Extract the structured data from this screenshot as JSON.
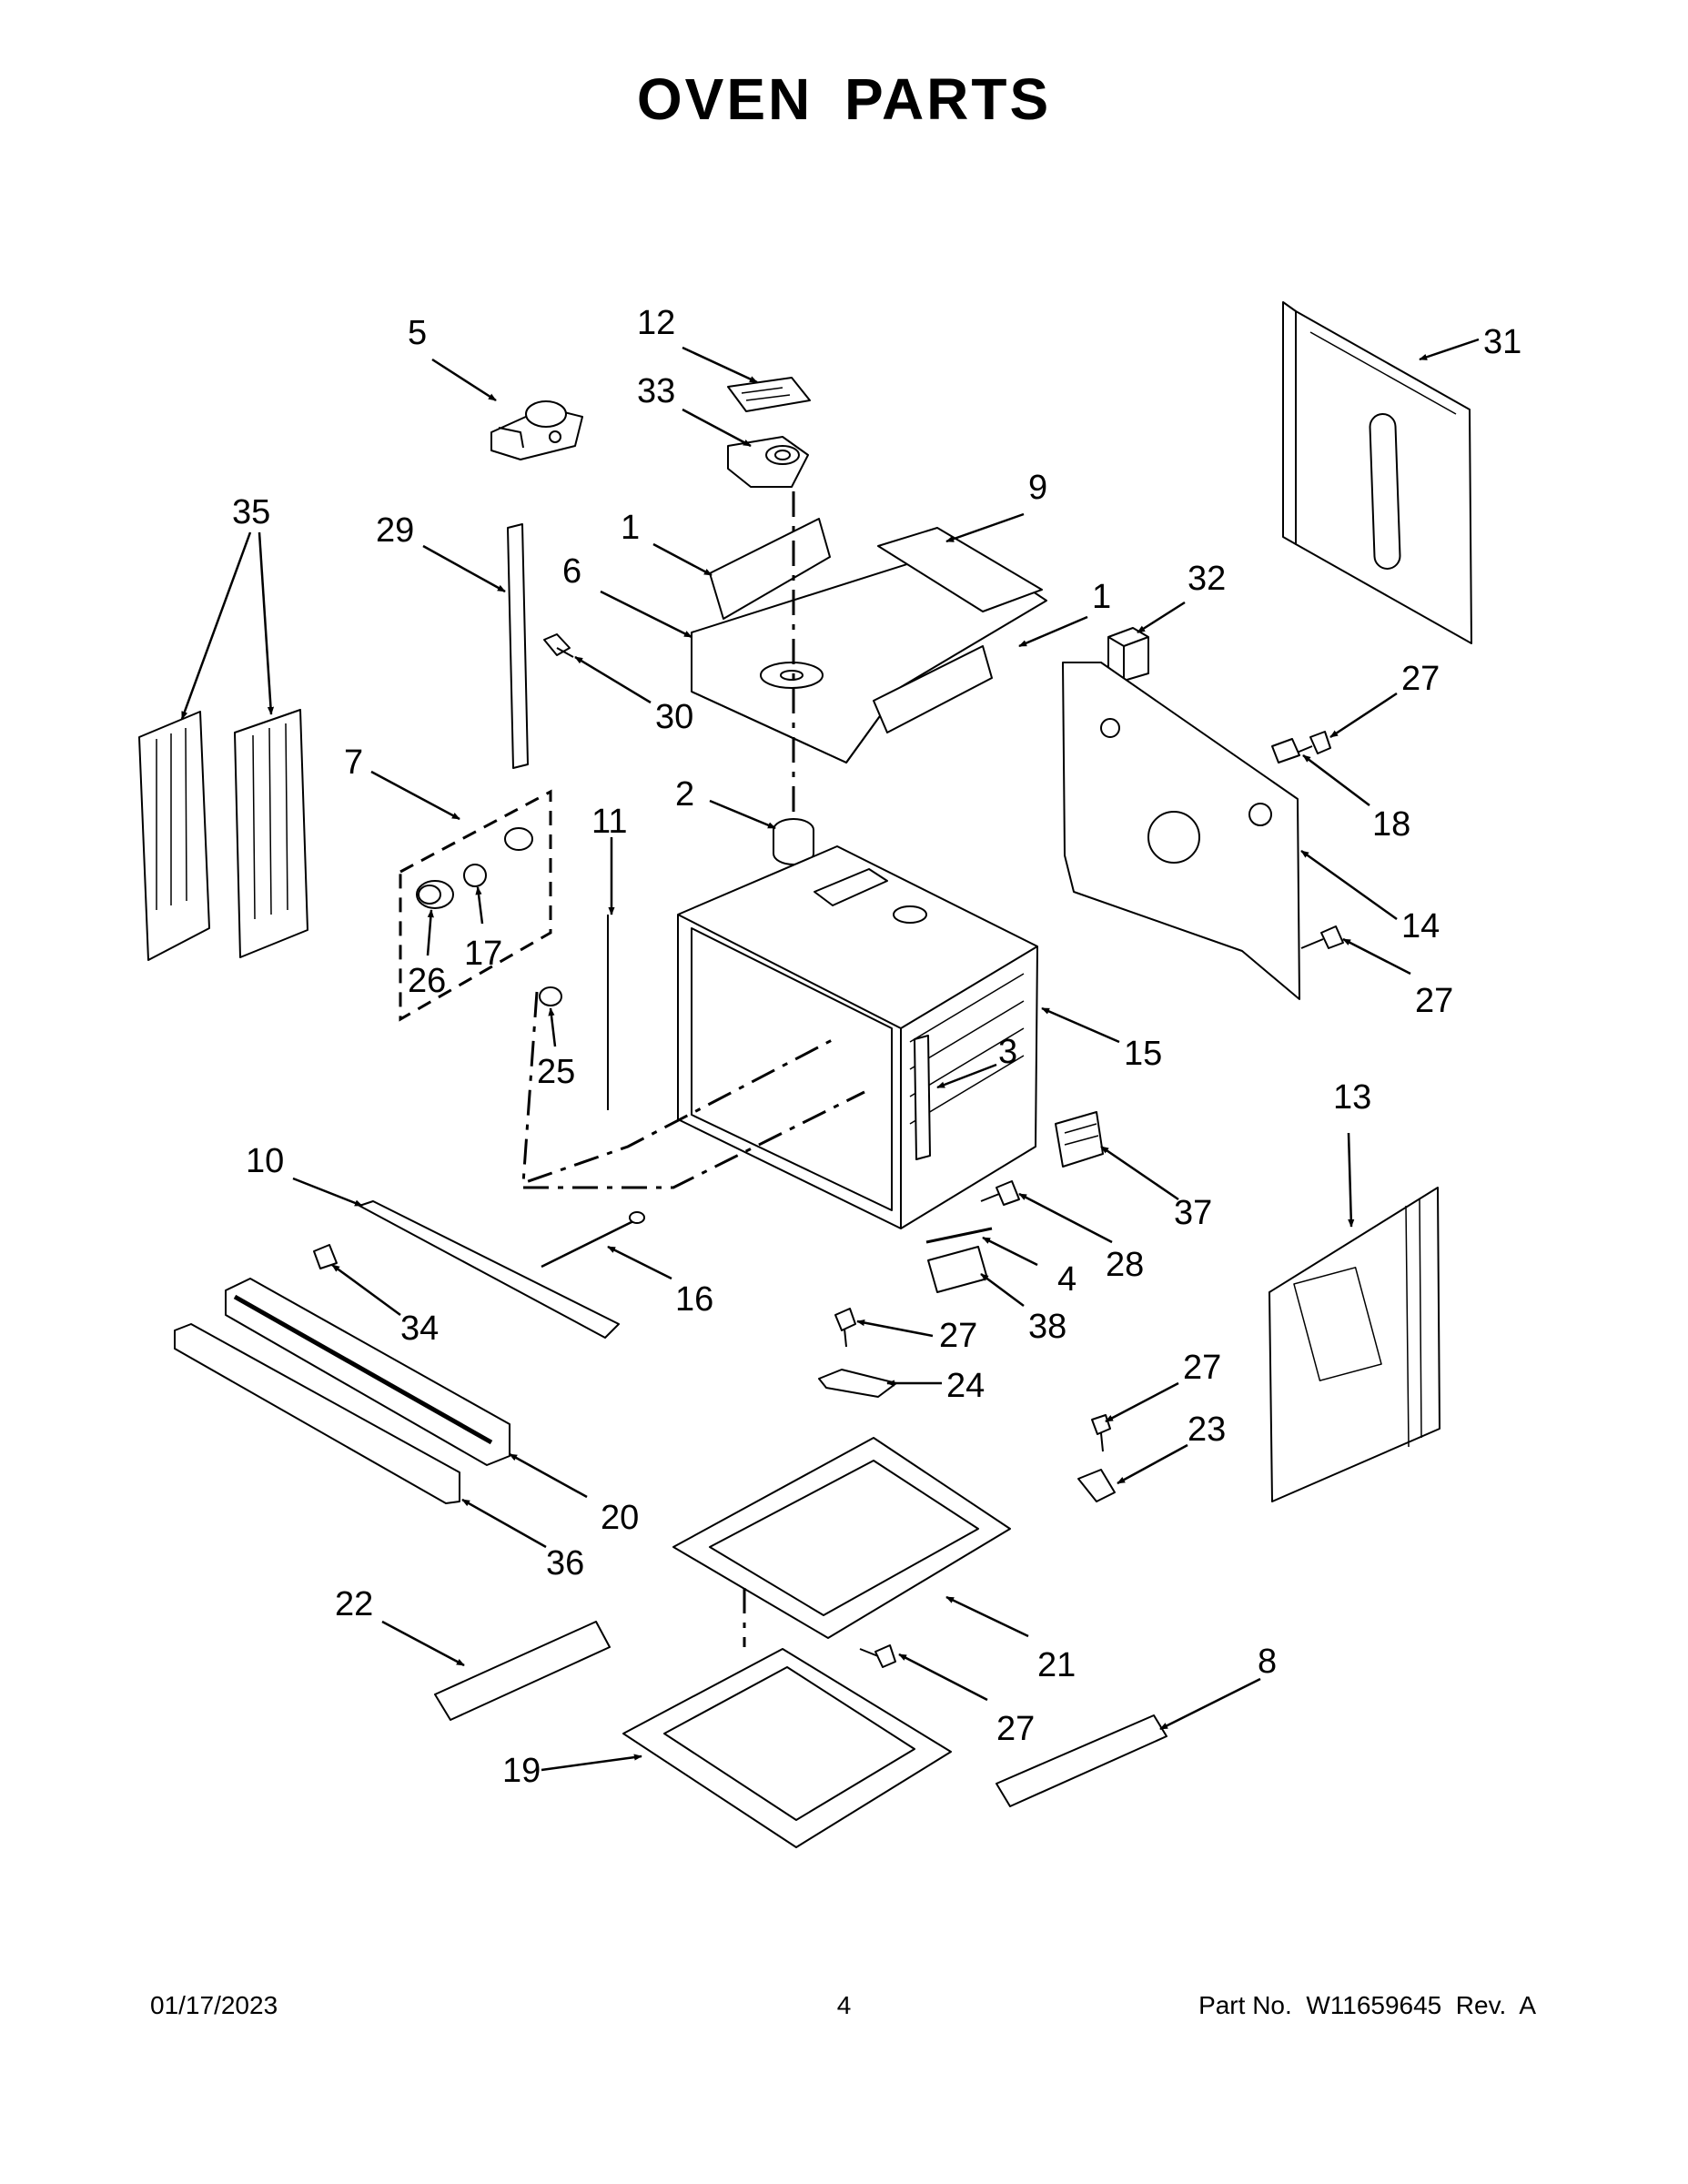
{
  "title": "OVEN PARTS",
  "footer": {
    "date": "01/17/2023",
    "page": "4",
    "part_no": "Part No.  W11659645  Rev.  A"
  },
  "callouts": [
    {
      "id": "c-5",
      "label": "5"
    },
    {
      "id": "c-12",
      "label": "12"
    },
    {
      "id": "c-33",
      "label": "33"
    },
    {
      "id": "c-31",
      "label": "31"
    },
    {
      "id": "c-35",
      "label": "35"
    },
    {
      "id": "c-29",
      "label": "29"
    },
    {
      "id": "c-1a",
      "label": "1"
    },
    {
      "id": "c-9",
      "label": "9"
    },
    {
      "id": "c-6",
      "label": "6"
    },
    {
      "id": "c-1b",
      "label": "1"
    },
    {
      "id": "c-32",
      "label": "32"
    },
    {
      "id": "c-30",
      "label": "30"
    },
    {
      "id": "c-27a",
      "label": "27"
    },
    {
      "id": "c-7",
      "label": "7"
    },
    {
      "id": "c-2",
      "label": "2"
    },
    {
      "id": "c-11",
      "label": "11"
    },
    {
      "id": "c-18",
      "label": "18"
    },
    {
      "id": "c-17",
      "label": "17"
    },
    {
      "id": "c-26",
      "label": "26"
    },
    {
      "id": "c-14",
      "label": "14"
    },
    {
      "id": "c-27b",
      "label": "27"
    },
    {
      "id": "c-25",
      "label": "25"
    },
    {
      "id": "c-15",
      "label": "15"
    },
    {
      "id": "c-3",
      "label": "3"
    },
    {
      "id": "c-13",
      "label": "13"
    },
    {
      "id": "c-10",
      "label": "10"
    },
    {
      "id": "c-37",
      "label": "37"
    },
    {
      "id": "c-28",
      "label": "28"
    },
    {
      "id": "c-4",
      "label": "4"
    },
    {
      "id": "c-16",
      "label": "16"
    },
    {
      "id": "c-34",
      "label": "34"
    },
    {
      "id": "c-38",
      "label": "38"
    },
    {
      "id": "c-27c",
      "label": "27"
    },
    {
      "id": "c-24",
      "label": "24"
    },
    {
      "id": "c-27d",
      "label": "27"
    },
    {
      "id": "c-23",
      "label": "23"
    },
    {
      "id": "c-20",
      "label": "20"
    },
    {
      "id": "c-36",
      "label": "36"
    },
    {
      "id": "c-22",
      "label": "22"
    },
    {
      "id": "c-21",
      "label": "21"
    },
    {
      "id": "c-8",
      "label": "8"
    },
    {
      "id": "c-27e",
      "label": "27"
    },
    {
      "id": "c-19",
      "label": "19"
    }
  ]
}
